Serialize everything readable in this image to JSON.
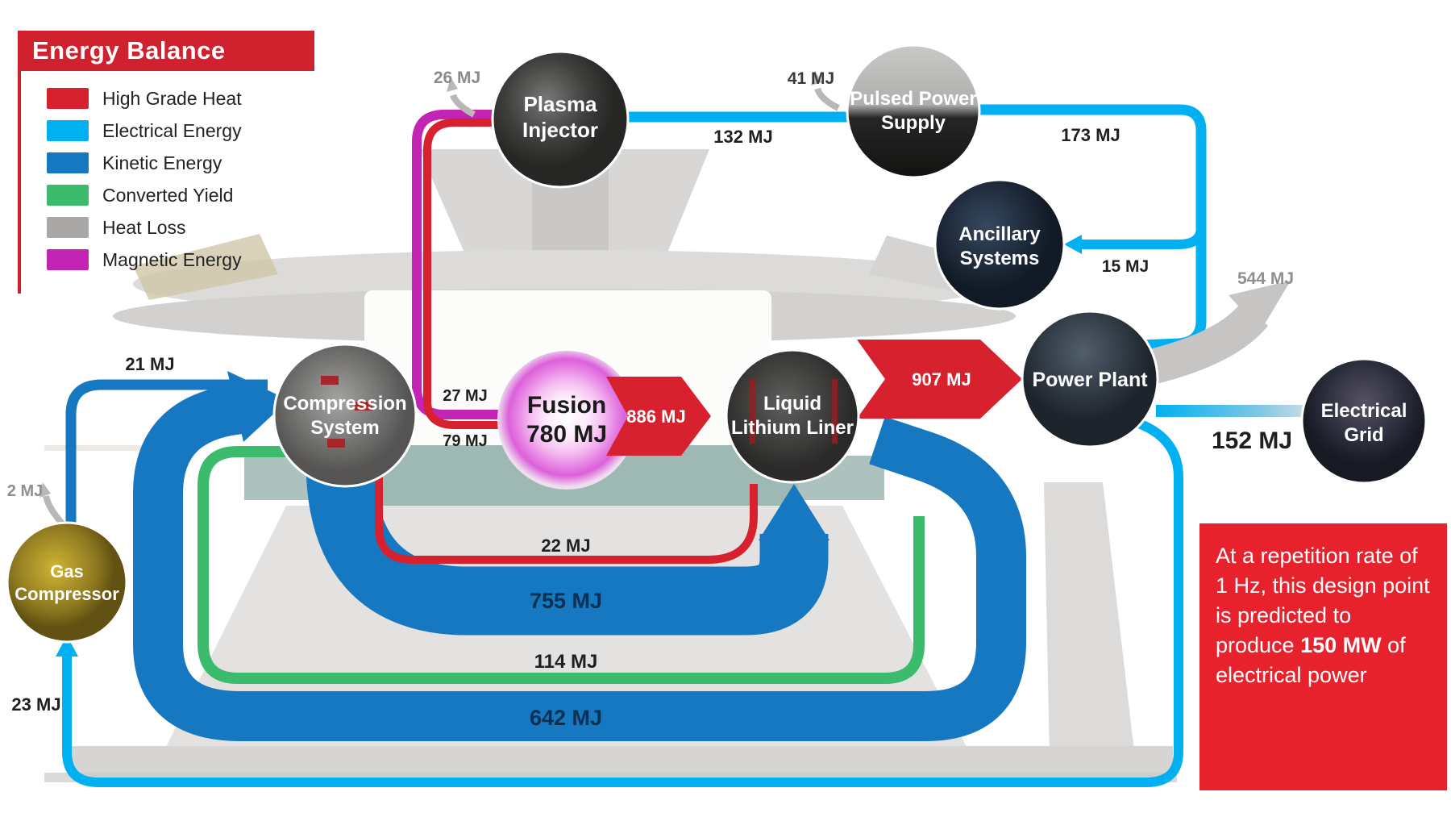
{
  "header": {
    "title": "Energy Balance"
  },
  "legend": [
    {
      "label": "High Grade Heat",
      "color": "#d8212f"
    },
    {
      "label": "Electrical Energy",
      "color": "#00b0f0"
    },
    {
      "label": "Kinetic Energy",
      "color": "#1778c2"
    },
    {
      "label": "Converted Yield",
      "color": "#3dbb6d"
    },
    {
      "label": "Heat Loss",
      "color": "#a9a8a7"
    },
    {
      "label": "Magnetic Energy",
      "color": "#c424b4"
    }
  ],
  "colors": {
    "heat": "#d8212f",
    "electrical": "#00b0f0",
    "kinetic": "#1778c2",
    "yield": "#3dbb6d",
    "loss": "#b9b8b7",
    "magnetic": "#c424b4",
    "header_red": "#d0212f",
    "info_red": "#e8222d",
    "band_text": "#0c3050"
  },
  "nodes": [
    {
      "id": "plasma-injector",
      "lines": [
        "Plasma",
        "Injector"
      ]
    },
    {
      "id": "pulsed-power-supply",
      "lines": [
        "Pulsed Power",
        "Supply"
      ]
    },
    {
      "id": "ancillary-systems",
      "lines": [
        "Ancillary",
        "Systems"
      ]
    },
    {
      "id": "power-plant",
      "lines": [
        "Power Plant",
        ""
      ]
    },
    {
      "id": "electrical-grid",
      "lines": [
        "Electrical",
        "Grid"
      ]
    },
    {
      "id": "liquid-lithium-liner",
      "lines": [
        "Liquid",
        "Lithium Liner"
      ]
    },
    {
      "id": "compression-system",
      "lines": [
        "Compression",
        "System"
      ]
    },
    {
      "id": "gas-compressor",
      "lines": [
        "Gas",
        "Compressor"
      ]
    },
    {
      "id": "fusion",
      "lines": [
        "Fusion",
        "780 MJ"
      ]
    }
  ],
  "flows": [
    {
      "label": "26 MJ",
      "value": 26,
      "type": "heat-loss",
      "from": "plasma-injector",
      "to": "ambient"
    },
    {
      "label": "41 MJ",
      "value": 41,
      "type": "heat-loss",
      "from": "pulsed-power-supply",
      "to": "ambient"
    },
    {
      "label": "132 MJ",
      "value": 132,
      "type": "electrical",
      "from": "pulsed-power-supply",
      "to": "plasma-injector"
    },
    {
      "label": "173 MJ",
      "value": 173,
      "type": "electrical",
      "from": "power-plant",
      "to": "pulsed-power-supply"
    },
    {
      "label": "15 MJ",
      "value": 15,
      "type": "electrical",
      "from": "power-plant",
      "to": "ancillary-systems"
    },
    {
      "label": "544 MJ",
      "value": 544,
      "type": "heat-loss",
      "from": "power-plant",
      "to": "ambient"
    },
    {
      "label": "152 MJ",
      "value": 152,
      "type": "electrical",
      "from": "power-plant",
      "to": "electrical-grid"
    },
    {
      "label": "21 MJ",
      "value": 21,
      "type": "kinetic",
      "from": "gas-compressor",
      "to": "compression-system"
    },
    {
      "label": "2 MJ",
      "value": 2,
      "type": "heat-loss",
      "from": "gas-compressor",
      "to": "ambient"
    },
    {
      "label": "23 MJ",
      "value": 23,
      "type": "electrical",
      "from": "power-plant",
      "to": "gas-compressor"
    },
    {
      "label": "27 MJ",
      "value": 27,
      "type": "magnetic",
      "from": "plasma-injector",
      "to": "fusion"
    },
    {
      "label": "79 MJ",
      "value": 79,
      "type": "heat",
      "from": "plasma-injector",
      "to": "fusion"
    },
    {
      "label": "886 MJ",
      "value": 886,
      "type": "heat",
      "from": "fusion",
      "to": "liquid-lithium-liner"
    },
    {
      "label": "907 MJ",
      "value": 907,
      "type": "heat",
      "from": "liquid-lithium-liner",
      "to": "power-plant"
    },
    {
      "label": "22 MJ",
      "value": 22,
      "type": "heat",
      "from": "compression-system",
      "to": "liquid-lithium-liner"
    },
    {
      "label": "755 MJ",
      "value": 755,
      "type": "kinetic",
      "from": "compression-system",
      "to": "liquid-lithium-liner"
    },
    {
      "label": "114 MJ",
      "value": 114,
      "type": "yield",
      "from": "liquid-lithium-liner",
      "to": "compression-system"
    },
    {
      "label": "642 MJ",
      "value": 642,
      "type": "kinetic",
      "from": "power-plant",
      "to": "compression-system"
    }
  ],
  "info_box": {
    "prefix": "At a repetition rate of 1 Hz, this design point is predicted to produce ",
    "highlight": "150 MW",
    "suffix": " of electrical power"
  }
}
